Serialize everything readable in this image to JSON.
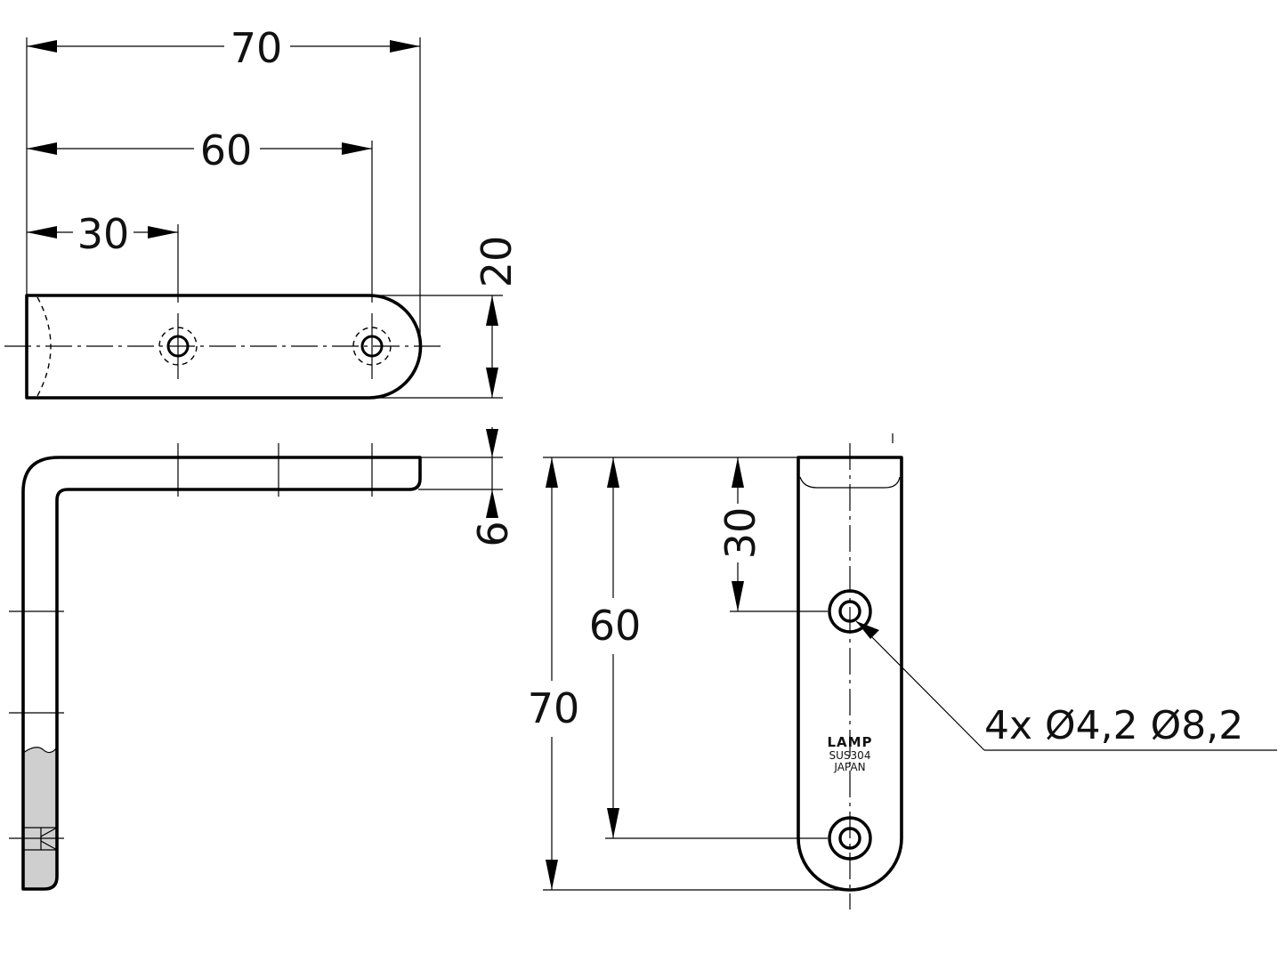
{
  "top_view": {
    "dim_overall_length": "70",
    "dim_hole2_distance": "60",
    "dim_hole1_distance": "30",
    "dim_width": "20"
  },
  "side_view": {
    "dim_thickness": "6"
  },
  "front_view": {
    "dim_overall_height": "70",
    "dim_hole_spacing": "60",
    "dim_hole_from_top": "30",
    "hole_callout": "4x  Ø4,2  Ø8,2",
    "marking": {
      "brand": "LAMP",
      "material": "SUS304",
      "origin": "JAPAN"
    }
  }
}
